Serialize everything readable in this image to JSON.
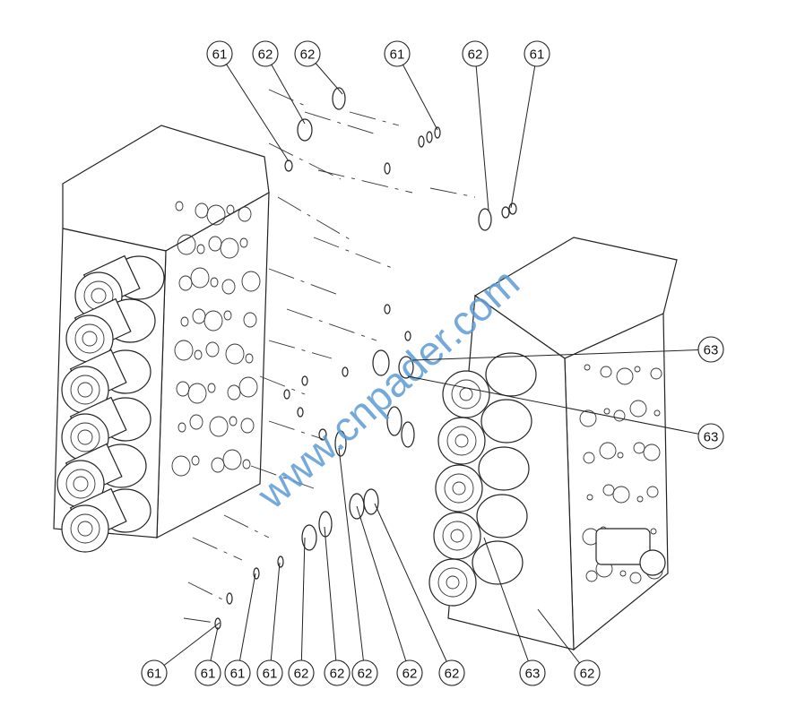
{
  "diagram": {
    "top_callouts": [
      "61",
      "62",
      "62",
      "61",
      "62",
      "61"
    ],
    "right_callouts": [
      "63",
      "63"
    ],
    "bottom_callouts": [
      "61",
      "61",
      "61",
      "61",
      "62",
      "62",
      "62",
      "62",
      "62",
      "63",
      "62"
    ],
    "watermark": "www.cnpader.com"
  },
  "colors": {
    "watermark": "#5b9bd5",
    "line": "#222222"
  }
}
